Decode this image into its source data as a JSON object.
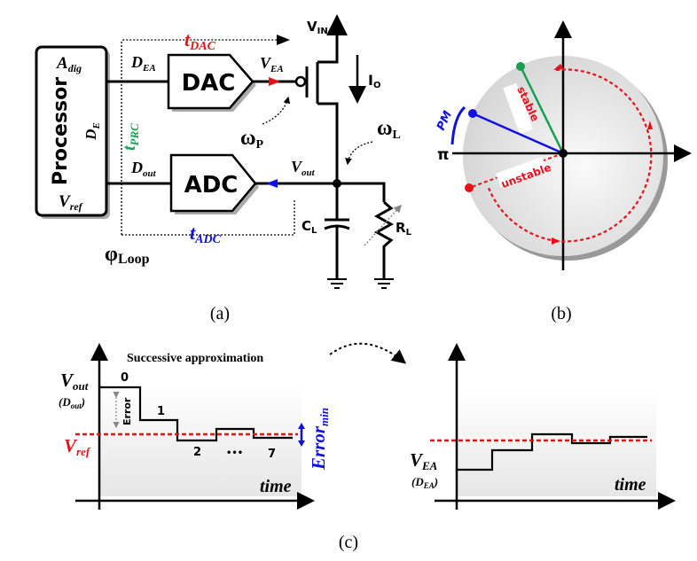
{
  "panel_a": {
    "processor": "Processor",
    "a_dig": {
      "main": "A",
      "sub": "dig"
    },
    "d_e": {
      "main": "D",
      "sub": "E"
    },
    "v_ref": {
      "main": "V",
      "sub": "ref"
    },
    "dac": "DAC",
    "adc": "ADC",
    "d_ea": {
      "main": "D",
      "sub": "EA"
    },
    "v_ea": {
      "main": "V",
      "sub": "EA"
    },
    "d_out": {
      "main": "D",
      "sub": "out"
    },
    "v_out": {
      "main": "V",
      "sub": "out"
    },
    "v_in": {
      "main": "V",
      "sub": "IN"
    },
    "i_o": {
      "main": "I",
      "sub": "O"
    },
    "c_l": {
      "main": "C",
      "sub": "L"
    },
    "r_l": {
      "main": "R",
      "sub": "L"
    },
    "t_dac": {
      "main": "t",
      "sub": "DAC"
    },
    "t_adc": {
      "main": "t",
      "sub": "ADC"
    },
    "t_prc": {
      "main": "t",
      "sub": "PRC"
    },
    "omega_p": {
      "main": "ω",
      "sub": "P"
    },
    "omega_l": {
      "main": "ω",
      "sub": "L"
    },
    "phi_loop": {
      "main": "φ",
      "sub": "Loop"
    },
    "caption": "(a)"
  },
  "panel_b": {
    "pi": "π",
    "pm": "PM",
    "stable": "stable",
    "unstable": "unstable",
    "caption": "(b)"
  },
  "panel_c": {
    "title": "Successive approximation",
    "v_out": {
      "main": "V",
      "sub": "out"
    },
    "d_out": {
      "open": "(D",
      "sub": "out",
      "close": ")"
    },
    "v_ref": {
      "main": "V",
      "sub": "ref"
    },
    "error": "Error",
    "error_min": {
      "main": "Error",
      "sub": "min"
    },
    "steps": [
      "0",
      "1",
      "2",
      "•••",
      "7"
    ],
    "time": "time",
    "v_ea": {
      "main": "V",
      "sub": "EA"
    },
    "d_ea": {
      "open": "(D",
      "sub": "EA",
      "close": ")"
    },
    "time_right": "time",
    "caption": "(c)"
  },
  "colors": {
    "red": "#e8101a",
    "blue": "#1010e0",
    "green": "#14a050"
  }
}
